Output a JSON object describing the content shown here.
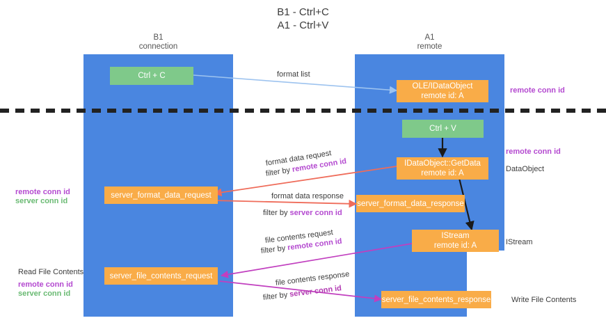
{
  "title": "B1 - Ctrl+C\nA1 - Ctrl+V",
  "columns": {
    "left": {
      "header": "B1\nconnection"
    },
    "right": {
      "header": "A1\nremote"
    }
  },
  "colors": {
    "lane": "#4a86e0",
    "node_green": "#7fc98a",
    "node_orange": "#f9ac48",
    "remote_conn_id": "#b44ad0",
    "server_conn_id": "#6aba73",
    "arrow_format": "#ef6c5a",
    "arrow_file": "#c13fbf",
    "arrow_format_list": "#9dc3ef",
    "arrow_black": "#1a1a1a",
    "divider": "#222222"
  },
  "nodes": {
    "ctrl_c": {
      "label": "Ctrl + C"
    },
    "data_object_remote": {
      "label": "OLE/IDataObject\nremote id: A"
    },
    "ctrl_v": {
      "label": "Ctrl + V"
    },
    "get_data": {
      "label": "IDataObject::GetData\nremote id: A"
    },
    "server_format_data_request": {
      "label": "server_format_data_request"
    },
    "server_format_data_response": {
      "label": "server_format_data_response"
    },
    "istream": {
      "label": "IStream\nremote id: A"
    },
    "server_file_contents_request": {
      "label": "server_file_contents_request"
    },
    "server_file_contents_response": {
      "label": "server_file_contents_response"
    }
  },
  "edge_labels": {
    "format_list": "format list",
    "format_data_request": "format data request",
    "format_data_request_filter_prefix": "filter by ",
    "format_data_request_filter_key": "remote conn id",
    "format_data_response": "format data response",
    "format_data_response_filter_prefix": "filter by ",
    "format_data_response_filter_key": "server conn id",
    "file_contents_request": "file contents request",
    "file_contents_request_filter_prefix": "filter by ",
    "file_contents_request_filter_key": "remote conn id",
    "file_contents_response": "file contents response",
    "file_contents_response_filter_prefix": "filter by ",
    "file_contents_response_filter_key": "server conn id"
  },
  "annotations": {
    "right_top_remote_conn_id": "remote conn id",
    "right_mid_remote_conn_id": "remote conn id",
    "right_data_object": "DataObject",
    "right_istream": "IStream",
    "right_write_file_contents": "Write File Contents",
    "left_mid_remote_conn_id": "remote conn id",
    "left_mid_server_conn_id": "server conn id",
    "left_bottom_read_file_contents": "Read File Contents",
    "left_bottom_remote_conn_id": "remote conn id",
    "left_bottom_server_conn_id": "server conn id"
  }
}
